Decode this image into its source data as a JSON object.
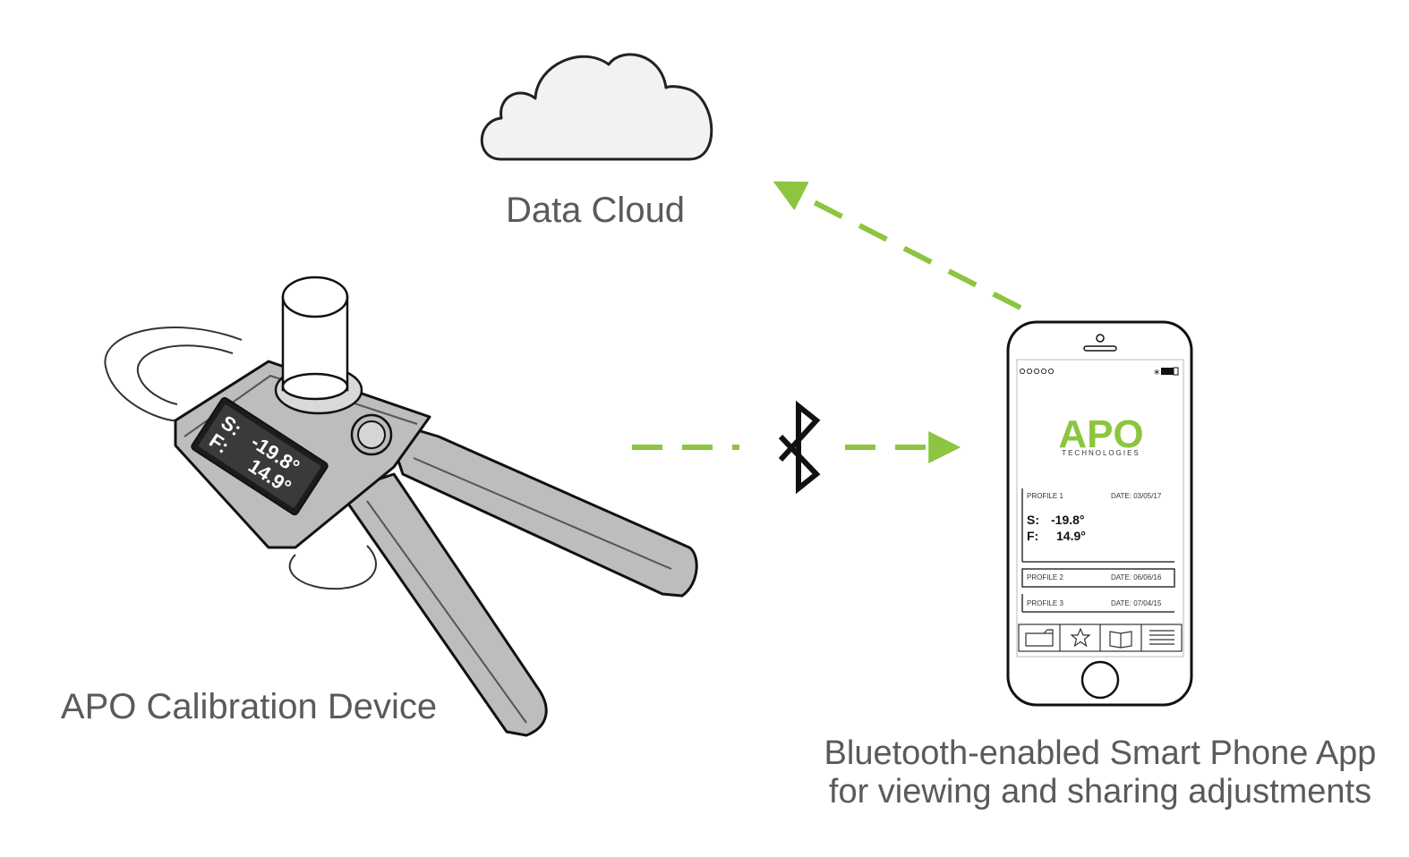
{
  "labels": {
    "cloud": "Data Cloud",
    "device": "APO Calibration Device",
    "app_line1": "Bluetooth-enabled Smart Phone App",
    "app_line2": "for viewing and sharing adjustments"
  },
  "device_screen": {
    "s_label": "S:",
    "s_value": "-19.8°",
    "f_label": "F:",
    "f_value": "14.9°"
  },
  "phone": {
    "logo": "APO",
    "logo_sub": "TECHNOLOGIES",
    "profiles": [
      {
        "name": "PROFILE 1",
        "date": "DATE: 03/05/17",
        "s_label": "S:",
        "s_value": "-19.8°",
        "f_label": "F:",
        "f_value": "14.9°"
      },
      {
        "name": "PROFILE 2",
        "date": "DATE: 06/06/16"
      },
      {
        "name": "PROFILE 3",
        "date": "DATE: 07/04/15"
      }
    ],
    "tab_icons": [
      "folder-icon",
      "star-icon",
      "book-icon",
      "menu-icon"
    ]
  },
  "colors": {
    "arrow": "#8cc540",
    "logo_green": "#8cc540",
    "label_gray": "#5a5a5a",
    "device_gray": "#bdbdbd",
    "cloud_fill": "#f2f2f2"
  },
  "icons": {
    "bluetooth": "bluetooth-icon",
    "cloud": "cloud-icon"
  }
}
